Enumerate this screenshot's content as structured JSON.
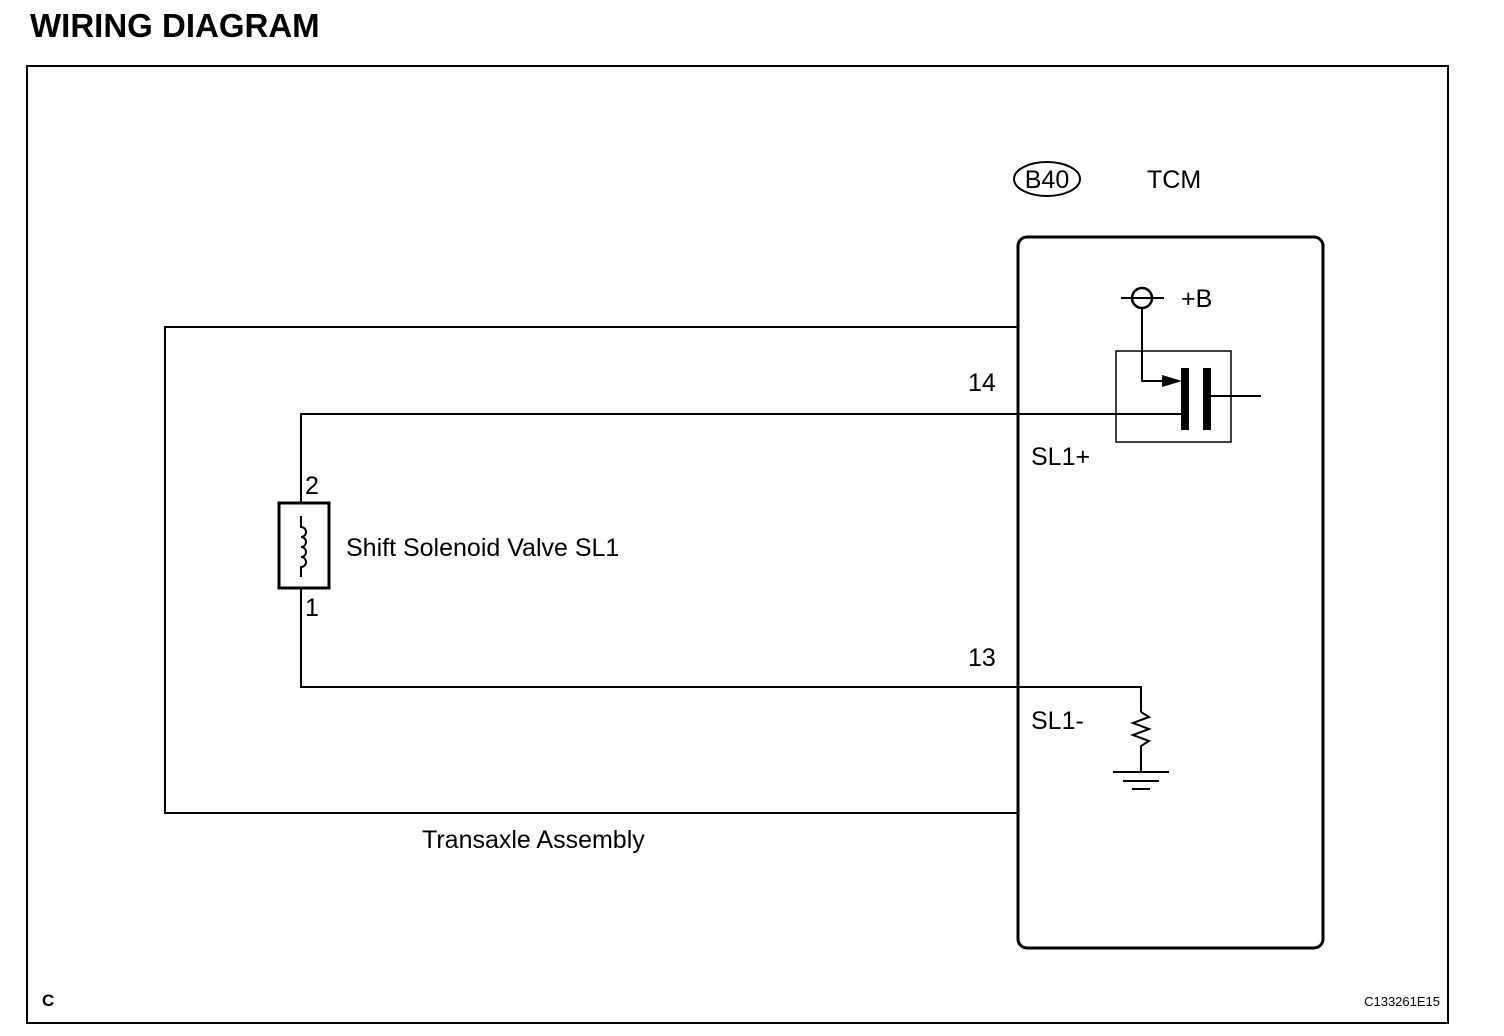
{
  "title": "WIRING DIAGRAM",
  "connector_badge": "B40",
  "ecu_name": "TCM",
  "power_label": "+B",
  "pins": {
    "sl1_plus_number": "14",
    "sl1_plus_name": "SL1+",
    "sl1_minus_number": "13",
    "sl1_minus_name": "SL1-"
  },
  "solenoid": {
    "name": "Shift Solenoid Valve SL1",
    "terminal_top": "2",
    "terminal_bottom": "1"
  },
  "assembly_label": "Transaxle Assembly",
  "section_letter": "C",
  "figure_code": "C133261E15"
}
